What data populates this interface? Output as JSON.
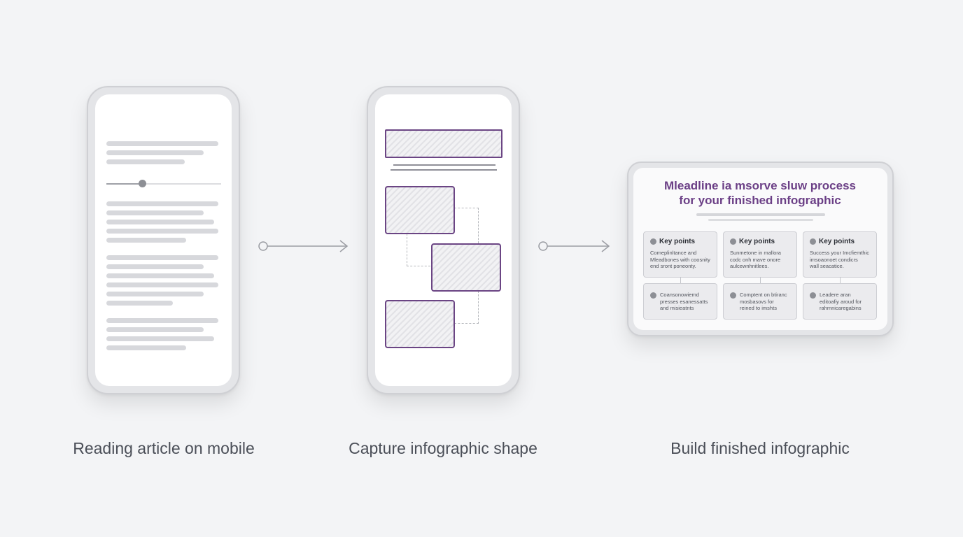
{
  "steps": [
    {
      "caption": "Reading article on mobile"
    },
    {
      "caption": "Capture infographic shape"
    },
    {
      "caption": "Build finished infographic"
    }
  ],
  "infographic": {
    "headline_line1": "Mleadline ia msorve sluw process",
    "headline_line2": "for your finished infographic",
    "top_cards": [
      {
        "title": "Key points",
        "lines": [
          "Comeplinltance and",
          "Mleadbones with coosnity",
          "end sront poneonty."
        ]
      },
      {
        "title": "Key points",
        "lines": [
          "Sunmetone in mallora",
          "codc onh mave onore",
          "aulcewnhnitlees."
        ]
      },
      {
        "title": "Key points",
        "lines": [
          "Success your Imcfiemthic",
          "imsoaonoet condicrs",
          "wall seacatice."
        ]
      }
    ],
    "bottom_cards": [
      {
        "lines": [
          "Coansonowiemd",
          "presses esanessatts",
          "and misieatnts"
        ]
      },
      {
        "lines": [
          "Comptent on btiranc",
          "mosbasovs for",
          "reined to imshts"
        ]
      },
      {
        "lines": [
          "Leadere aran",
          "editoafiy aroud for",
          "rahmnicaregabins"
        ]
      }
    ]
  },
  "colors": {
    "accent": "#6b3f86",
    "background": "#f3f4f6"
  },
  "icons": [
    "arrow-right-icon",
    "slider-knob-icon"
  ]
}
